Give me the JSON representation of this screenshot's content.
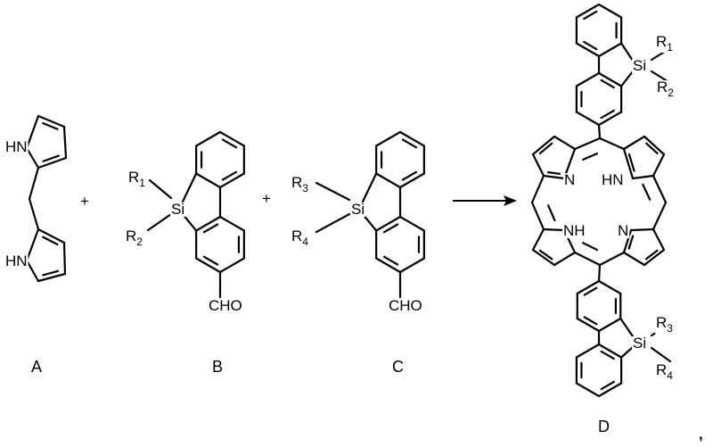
{
  "reaction": {
    "compounds": [
      {
        "id": "A",
        "label": "A",
        "atoms": {
          "n1": "HN",
          "n2": "HN"
        }
      },
      {
        "id": "B",
        "label": "B",
        "atoms": {
          "si": "Si",
          "cho": "CHO"
        },
        "substituents": [
          {
            "symbol": "R",
            "index": "1"
          },
          {
            "symbol": "R",
            "index": "2"
          }
        ]
      },
      {
        "id": "C",
        "label": "C",
        "atoms": {
          "si": "Si",
          "cho": "CHO"
        },
        "substituents": [
          {
            "symbol": "R",
            "index": "3"
          },
          {
            "symbol": "R",
            "index": "4"
          }
        ]
      },
      {
        "id": "D",
        "label": "D",
        "atoms": {
          "si_top": "Si",
          "si_bottom": "Si",
          "n_tl": "N",
          "n_tr": "HN",
          "n_bl": "NH",
          "n_br": "N"
        },
        "substituents": [
          {
            "symbol": "R",
            "index": "1"
          },
          {
            "symbol": "R",
            "index": "2"
          },
          {
            "symbol": "R",
            "index": "3"
          },
          {
            "symbol": "R",
            "index": "4"
          }
        ]
      }
    ],
    "operators": {
      "plus1": "+",
      "plus2": "+"
    },
    "trailing": ","
  }
}
